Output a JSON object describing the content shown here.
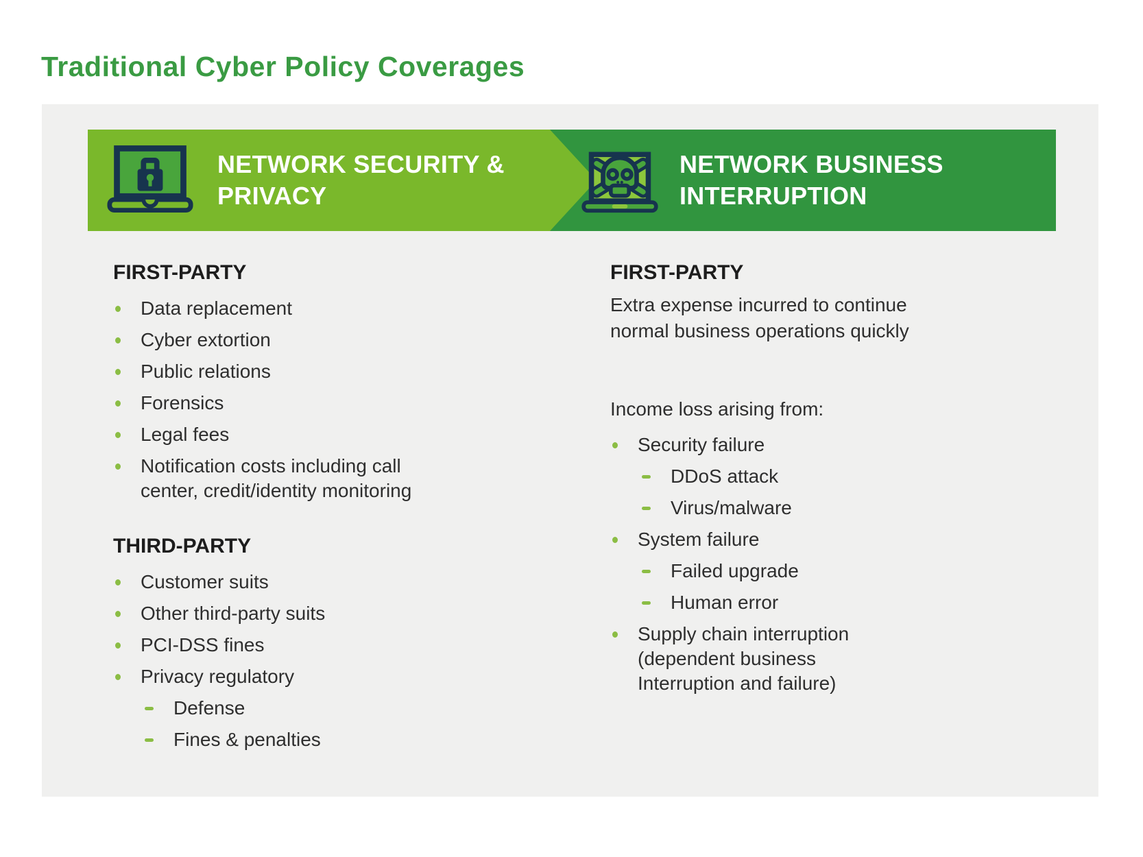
{
  "title": "Traditional Cyber Policy Coverages",
  "colors": {
    "title_green": "#3a9b43",
    "banner_light_green": "#7ab82b",
    "banner_dark_green": "#31953f",
    "icon_navy": "#17344e",
    "icon_medium_green": "#49a53c",
    "icon_bright_green": "#8cc63c",
    "bullet_green": "#8bbd44",
    "panel_background": "#f0f0ef",
    "body_text": "#2e2e2e"
  },
  "banner": {
    "left": {
      "line1": "NETWORK SECURITY &",
      "line2": "PRIVACY",
      "icon": "laptop-lock-icon"
    },
    "right": {
      "line1": "NETWORK BUSINESS",
      "line2": "INTERRUPTION",
      "icon": "laptop-skull-icon"
    }
  },
  "left_column": {
    "first_party": {
      "heading": "FIRST-PARTY",
      "items": [
        "Data replacement",
        "Cyber extortion",
        "Public relations",
        "Forensics",
        "Legal fees",
        "Notification costs including call\ncenter, credit/identity monitoring"
      ]
    },
    "third_party": {
      "heading": "THIRD-PARTY",
      "items": [
        "Customer suits",
        "Other third-party suits",
        "PCI-DSS fines",
        "Privacy regulatory"
      ],
      "sub_items": [
        "Defense",
        "Fines & penalties"
      ]
    }
  },
  "right_column": {
    "first_party": {
      "heading": "FIRST-PARTY",
      "paragraph": "Extra expense incurred to continue\nnormal business operations quickly",
      "intro": "Income loss arising from:",
      "groups": [
        {
          "label": "Security failure",
          "subs": [
            "DDoS attack",
            "Virus/malware"
          ]
        },
        {
          "label": "System failure",
          "subs": [
            "Failed upgrade",
            "Human error"
          ]
        },
        {
          "label": "Supply chain interruption\n(dependent business\nInterruption and failure)",
          "subs": []
        }
      ]
    }
  }
}
